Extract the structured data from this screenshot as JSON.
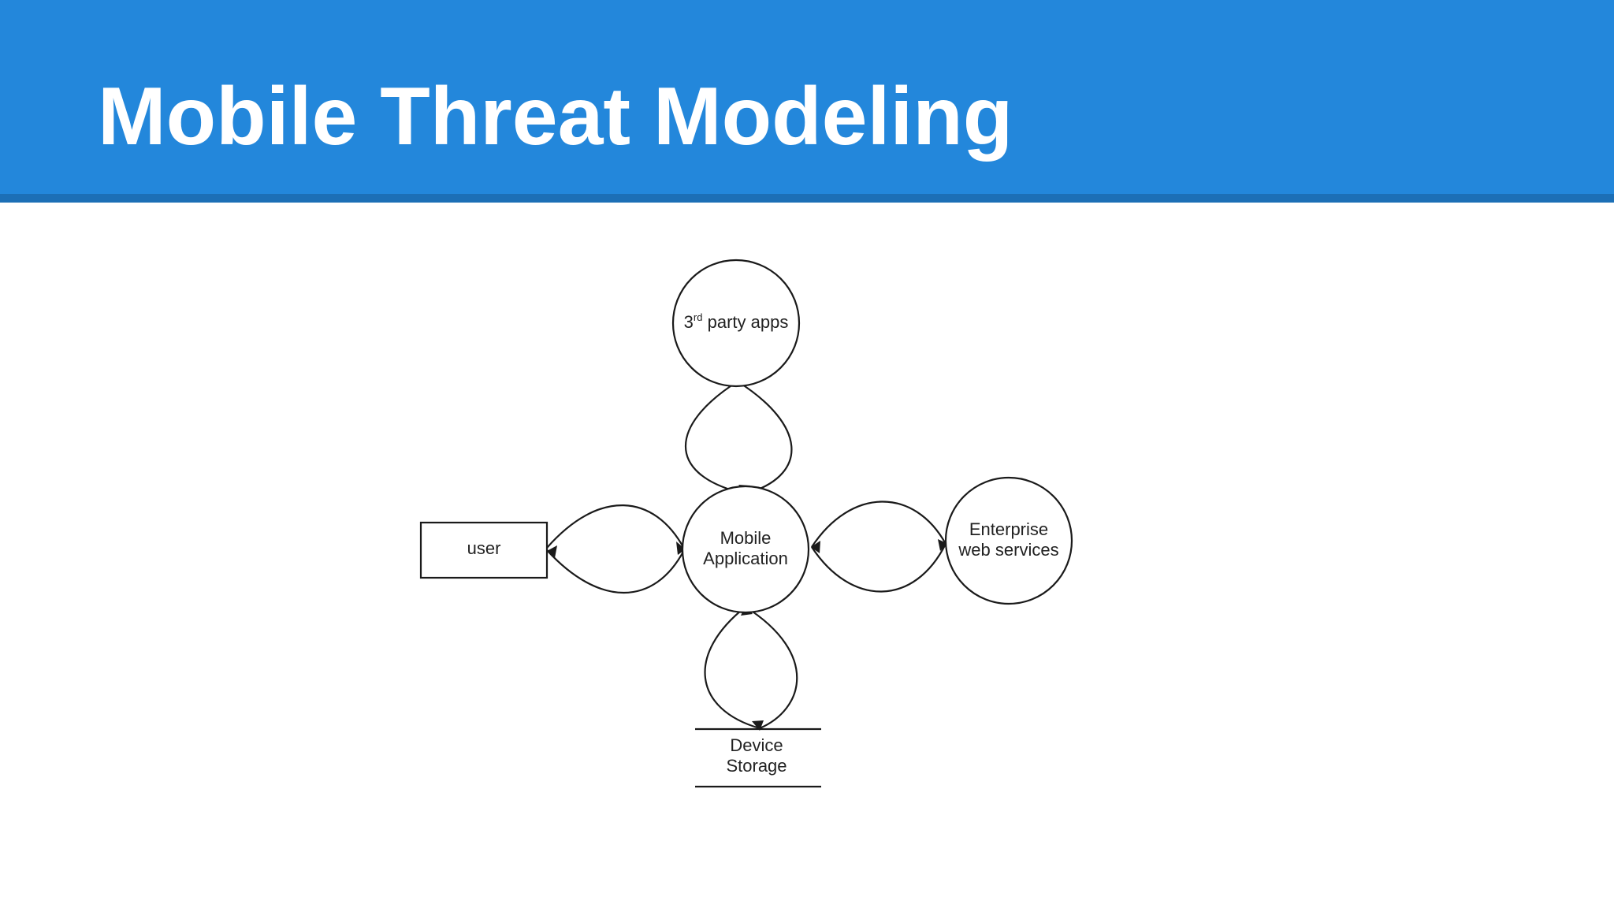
{
  "slide": {
    "title": "Mobile Threat Modeling"
  },
  "colors": {
    "header": "#2387db",
    "header_rule": "#1c6fb6",
    "title_text": "#ffffff",
    "diagram_stroke": "#1a1a1a"
  },
  "diagram": {
    "nodes": {
      "third_party": {
        "label_main": "3",
        "label_sup": "rd",
        "label_rest": " party apps",
        "shape": "circle"
      },
      "mobile_app": {
        "line1": "Mobile",
        "line2": "Application",
        "shape": "circle"
      },
      "enterprise": {
        "line1": "Enterprise",
        "line2": "web services",
        "shape": "circle"
      },
      "user": {
        "label": "user",
        "shape": "rectangle"
      },
      "device_storage": {
        "line1": "Device",
        "line2": "Storage",
        "shape": "data-store"
      }
    },
    "flows": [
      {
        "between": [
          "mobile_app",
          "third_party"
        ],
        "direction": "bidirectional"
      },
      {
        "between": [
          "mobile_app",
          "user"
        ],
        "direction": "bidirectional"
      },
      {
        "between": [
          "mobile_app",
          "enterprise"
        ],
        "direction": "bidirectional"
      },
      {
        "between": [
          "mobile_app",
          "device_storage"
        ],
        "direction": "bidirectional"
      }
    ]
  }
}
